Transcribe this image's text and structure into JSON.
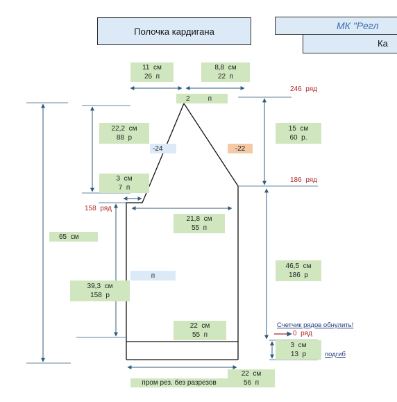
{
  "header": {
    "title": "Полочка кардигана",
    "banner": "МК \"Регл",
    "banner_sub": "Ка"
  },
  "boxes": {
    "top_left": {
      "l1": "11  см",
      "l2": "26  п"
    },
    "top_right": {
      "l1": "8,8  см",
      "l2": "22  п"
    },
    "apex": {
      "l1": "2",
      "l2": "п"
    },
    "left_raglan": {
      "l1": "22,2  см",
      "l2": "88  р"
    },
    "right_raglan": {
      "l1": "15  см",
      "l2": "60  р."
    },
    "decr_left": "-24",
    "decr_right": "-22",
    "armhole": {
      "l1": "3  см",
      "l2": "7  п"
    },
    "chest": {
      "l1": "21,8  см",
      "l2": "55  п"
    },
    "total_height": "65  см",
    "blue_mid": "п",
    "lower_left": {
      "l1": "39,3  см",
      "l2": "158  р"
    },
    "lower_right": {
      "l1": "46,5  см",
      "l2": "186  р"
    },
    "bottom_inner": {
      "l1": "22  см",
      "l2": "55  п"
    },
    "hem": {
      "l1": "3  см",
      "l2": "13  р"
    },
    "bottom_width": {
      "l1": "22  см",
      "l2": "56  п"
    },
    "bottom_desc": "пром рез. без разрезов"
  },
  "rows": {
    "r246": "246  ряд",
    "r186": "186  ряд",
    "r158": "158  ряд",
    "r0": "0  ряд"
  },
  "links": {
    "reset": "Счетчик рядов обнулить!",
    "fold": "подгиб"
  },
  "colors": {
    "green": "#cfe6bf",
    "blue": "#dce9f7",
    "orange": "#f6c9a6",
    "arrow": "#2f5b7c",
    "row_red": "#b02a2a"
  }
}
